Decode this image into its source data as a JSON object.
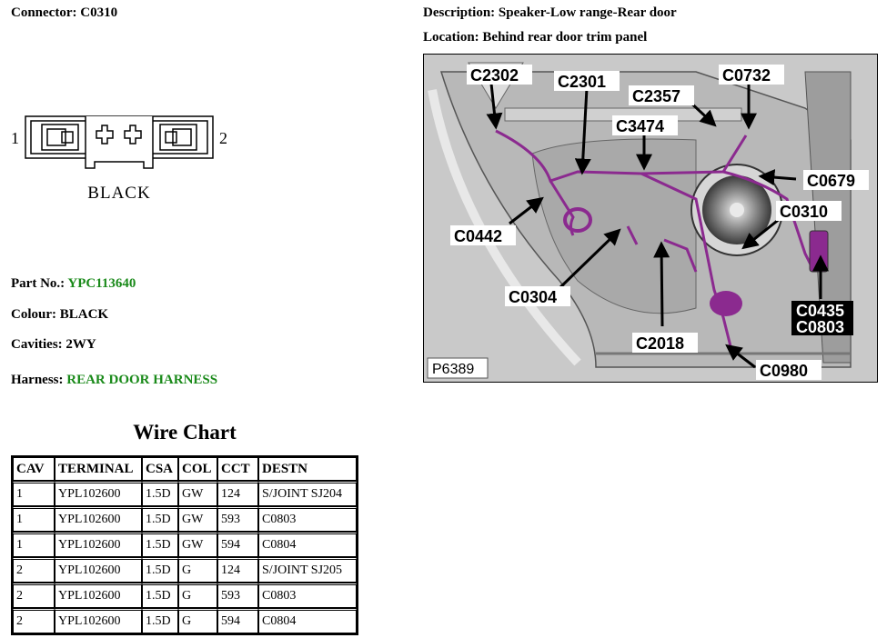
{
  "connector": {
    "label": "Connector:",
    "value": "C0310"
  },
  "description": {
    "label": "Description:",
    "value": "Speaker-Low range-Rear door"
  },
  "location": {
    "label": "Location:",
    "value": "Behind rear door trim panel"
  },
  "pinout": {
    "pin_left": "1",
    "pin_right": "2",
    "body_colour": "BLACK"
  },
  "part_no": {
    "label": "Part No.:",
    "value": "YPC113640"
  },
  "colour": {
    "label": "Colour:",
    "value": "BLACK"
  },
  "cavities": {
    "label": "Cavities:",
    "value": "2WY"
  },
  "harness": {
    "label": "Harness:",
    "value": "REAR DOOR HARNESS"
  },
  "diagram": {
    "ref": "P6389",
    "callouts": [
      "C2302",
      "C2301",
      "C2357",
      "C0732",
      "C3474",
      "C0679",
      "C0310",
      "C0442",
      "C0304",
      "C2018",
      "C0435",
      "C0803",
      "C0980"
    ]
  },
  "wire_chart": {
    "title": "Wire Chart",
    "headers": [
      "CAV",
      "TERMINAL",
      "CSA",
      "COL",
      "CCT",
      "DESTN"
    ],
    "rows": [
      [
        "1",
        "YPL102600",
        "1.5D",
        "GW",
        "124",
        "S/JOINT SJ204"
      ],
      [
        "1",
        "YPL102600",
        "1.5D",
        "GW",
        "593",
        "C0803"
      ],
      [
        "1",
        "YPL102600",
        "1.5D",
        "GW",
        "594",
        "C0804"
      ],
      [
        "2",
        "YPL102600",
        "1.5D",
        "G",
        "124",
        "S/JOINT SJ205"
      ],
      [
        "2",
        "YPL102600",
        "1.5D",
        "G",
        "593",
        "C0803"
      ],
      [
        "2",
        "YPL102600",
        "1.5D",
        "G",
        "594",
        "C0804"
      ]
    ]
  },
  "colors": {
    "accent_green": "#1a8a1a",
    "harness_purple": "#8b2a8f"
  }
}
